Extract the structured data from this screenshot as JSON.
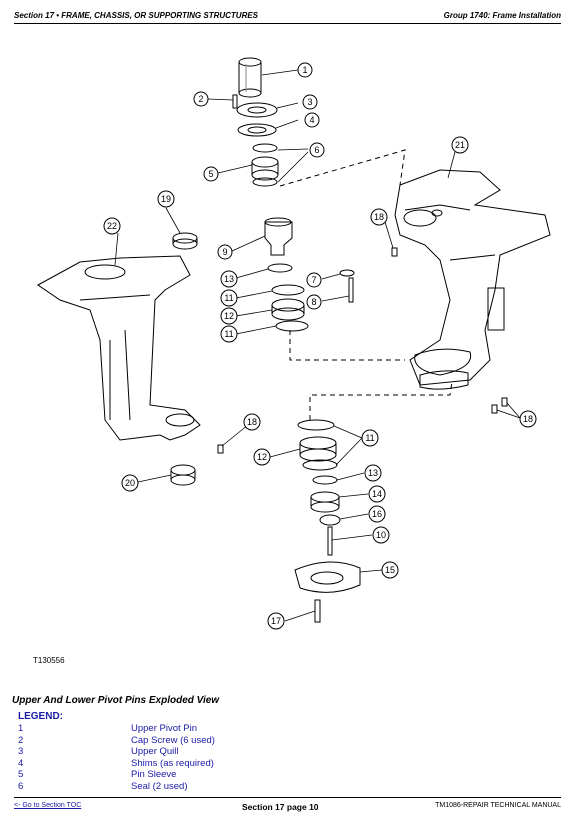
{
  "header": {
    "section": "Section 17 • FRAME, CHASSIS, OR SUPPORTING STRUCTURES",
    "group": "Group 1740: Frame Installation"
  },
  "figure": {
    "id": "T130556",
    "callouts": {
      "c1": "1",
      "c2": "2",
      "c3": "3",
      "c4": "4",
      "c5": "5",
      "c6": "6",
      "c7": "7",
      "c8": "8",
      "c9": "9",
      "c10": "10",
      "c11a": "11",
      "c11b": "11",
      "c11c": "11",
      "c12a": "12",
      "c12b": "12",
      "c13a": "13",
      "c13b": "13",
      "c14": "14",
      "c15": "15",
      "c16": "16",
      "c17": "17",
      "c18a": "18",
      "c18b": "18",
      "c18c": "18",
      "c19": "19",
      "c20": "20",
      "c21": "21",
      "c22": "22"
    }
  },
  "caption": "Upper And Lower Pivot Pins Exploded View",
  "legend": {
    "title": "LEGEND:",
    "items": [
      {
        "num": "1",
        "desc": "Upper Pivot Pin"
      },
      {
        "num": "2",
        "desc": "Cap Screw (6 used)"
      },
      {
        "num": "3",
        "desc": "Upper Quill"
      },
      {
        "num": "4",
        "desc": "Shims (as required)"
      },
      {
        "num": "5",
        "desc": "Pin Sleeve"
      },
      {
        "num": "6",
        "desc": "Seal (2 used)"
      }
    ]
  },
  "footer": {
    "toc_link": "<- Go to Section TOC",
    "page": "Section 17 page 10",
    "manual": "TM1086-REPAIR TECHNICAL MANUAL"
  }
}
